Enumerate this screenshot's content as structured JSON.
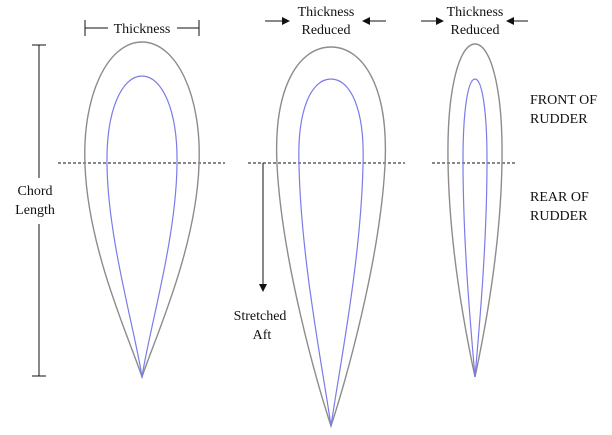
{
  "labels": {
    "thickness": "Thickness",
    "thickness_reduced_1_line1": "Thickness",
    "thickness_reduced_1_line2": "Reduced",
    "thickness_reduced_2_line1": "Thickness",
    "thickness_reduced_2_line2": "Reduced",
    "front_line1": "FRONT OF",
    "front_line2": "RUDDER",
    "rear_line1": "REAR OF",
    "rear_line2": "RUDDER",
    "chord_line1": "Chord",
    "chord_line2": "Length",
    "stretched_line1": "Stretched",
    "stretched_line2": "Aft"
  },
  "colors": {
    "outer_profile": "#8c8c8c",
    "inner_profile": "#7b7bea",
    "ink": "#111111"
  }
}
